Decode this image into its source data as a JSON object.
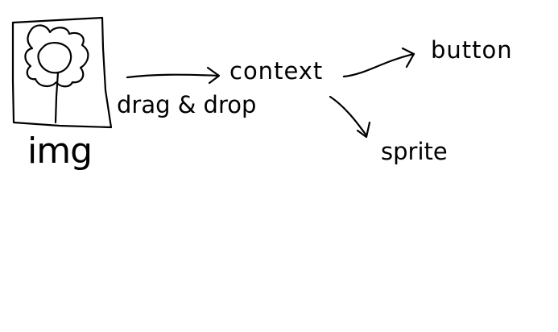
{
  "diagram": {
    "nodes": {
      "img": {
        "label": "img",
        "icon": "flower-picture-icon"
      },
      "context": {
        "label": "context"
      },
      "button": {
        "label": "button"
      },
      "sprite": {
        "label": "sprite"
      }
    },
    "edges": [
      {
        "from": "img",
        "to": "context",
        "label": "drag & drop"
      },
      {
        "from": "context",
        "to": "button",
        "label": ""
      },
      {
        "from": "context",
        "to": "sprite",
        "label": ""
      }
    ],
    "stroke_color": "#000000",
    "background_color": "#ffffff"
  }
}
